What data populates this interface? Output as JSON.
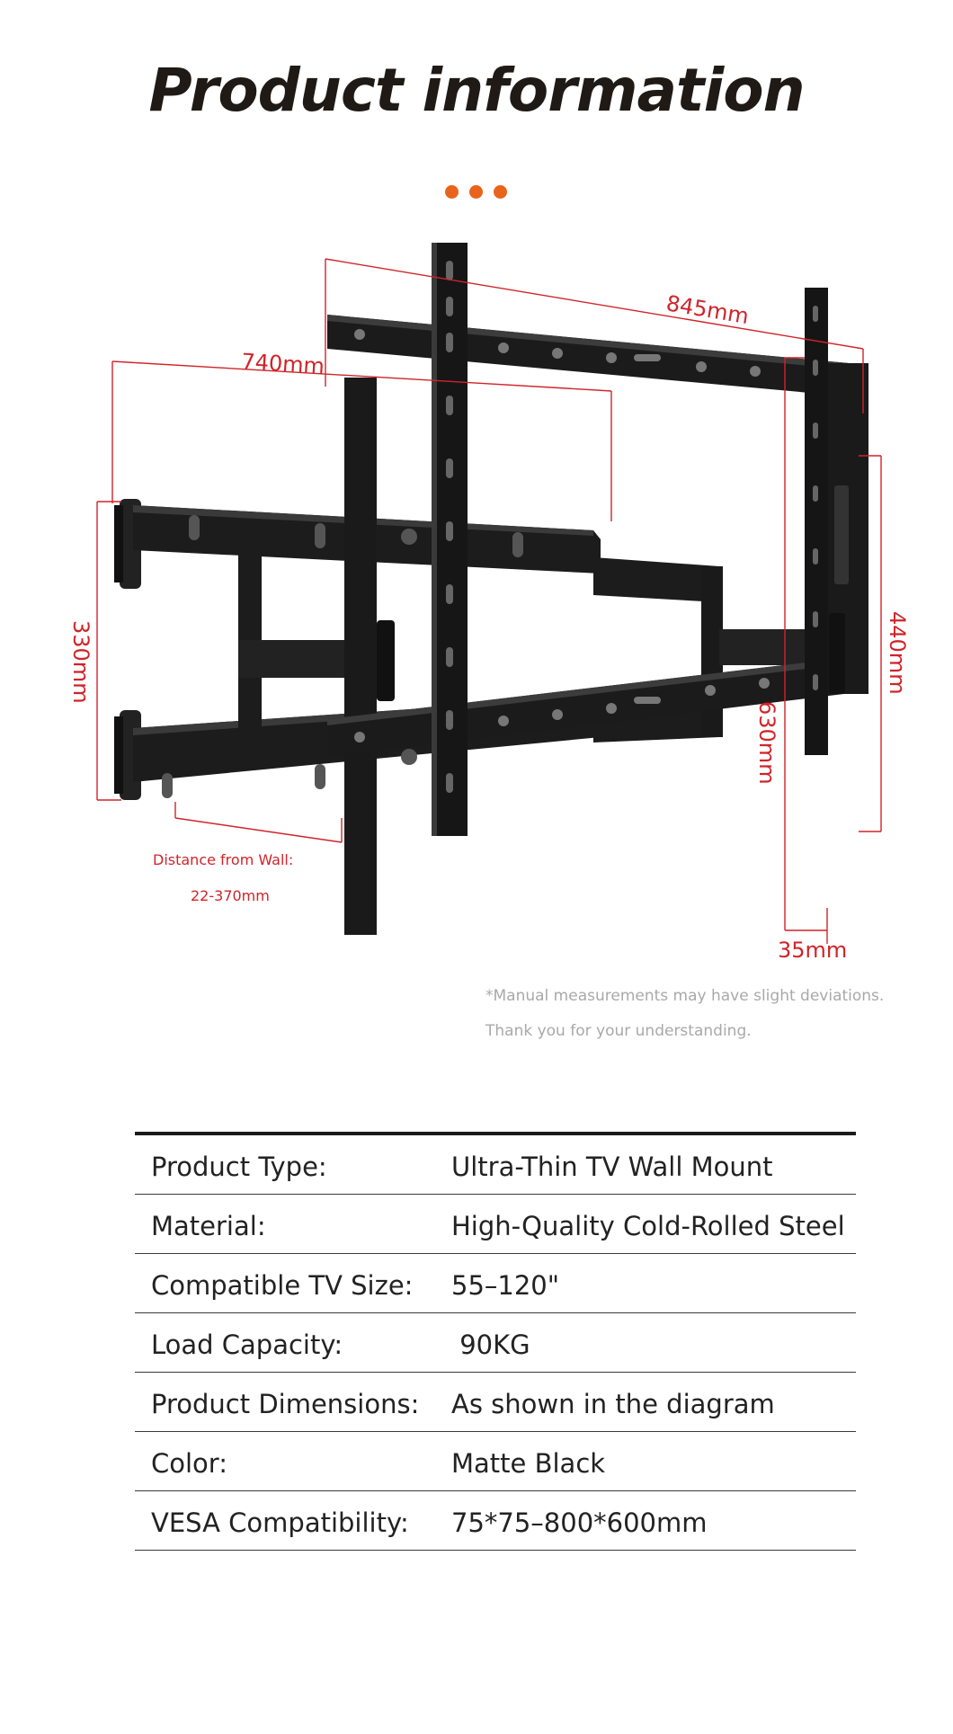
{
  "title": "Product information",
  "accent_color": "#e8641c",
  "dimension_color": "#d0242a",
  "diagram": {
    "width_total": "845mm",
    "arm_width": "740mm",
    "left_height": "330mm",
    "right_height": "440mm",
    "rail_length": "630mm",
    "thickness": "35mm",
    "wall_distance_label": "Distance from Wall:",
    "wall_distance_value": "22-370mm"
  },
  "notes": {
    "line1": "*Manual measurements may have slight deviations.",
    "line2": "Thank you for your understanding."
  },
  "specs": [
    {
      "label": "Product Type:",
      "value": "Ultra-Thin TV Wall Mount"
    },
    {
      "label": "Material:",
      "value": "High-Quality Cold-Rolled Steel"
    },
    {
      "label": "Compatible TV Size:",
      "value": "55–120\""
    },
    {
      "label": "Load Capacity:",
      "value": " 90KG"
    },
    {
      "label": "Product Dimensions:",
      "value": "As shown in the diagram"
    },
    {
      "label": "Color:",
      "value": "Matte Black"
    },
    {
      "label": "VESA Compatibility:",
      "value": "75*75–800*600mm"
    }
  ]
}
